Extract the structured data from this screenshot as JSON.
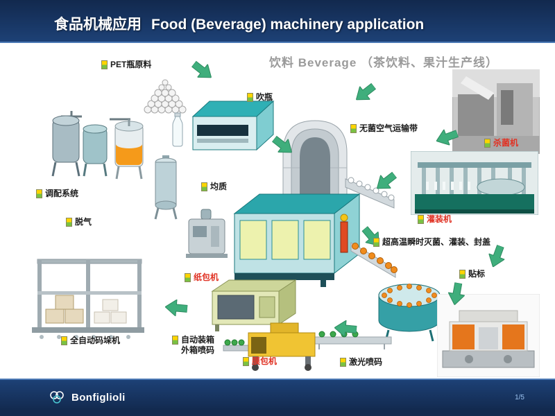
{
  "header": {
    "title_zh": "食品机械应用",
    "title_en": "Food (Beverage) machinery application"
  },
  "subtitle": "饮料 Beverage （茶饮料、果汁生产线）",
  "labels": {
    "pet_material": "PET瓶原料",
    "blow_molding": "吹瓶",
    "aseptic_air_conveyor": "无菌空气运输带",
    "blending_system": "调配系统",
    "homogenizer": "均质",
    "degassing": "脱气",
    "uht_fill_cap": "超高温瞬时灭菌、灌装、封盖",
    "labeling": "贴标",
    "auto_palletizer": "全自动码垛机",
    "auto_boxing_line1": "自动装箱",
    "auto_boxing_line2": "外箱喷码",
    "laser_coding": "激光喷码",
    "sterilizer": "杀菌机",
    "filling_machine": "灌装机",
    "paper_packing_machine": "纸包机",
    "film_wrapping_machine": "膜包机"
  },
  "footer": {
    "brand": "Bonfiglioli",
    "page": "1/5"
  },
  "colors": {
    "arrow_green": "#3fae7c",
    "label_red": "#e03224",
    "header_blue": "#12294e",
    "header_blue_light": "#1d4176",
    "marker_yellow": "#ffd400",
    "marker_green": "#7ac143"
  }
}
